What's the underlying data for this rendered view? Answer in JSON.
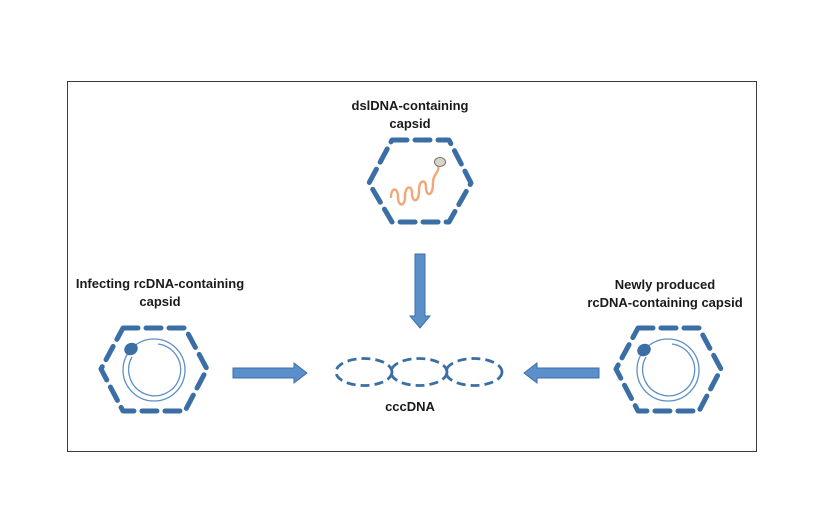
{
  "labels": {
    "top_line1": "dslDNA-containing",
    "top_line2": "capsid",
    "left_line1": "Infecting rcDNA-containing",
    "left_line2": "capsid",
    "right_line1": "Newly produced",
    "right_line2": "rcDNA-containing capsid",
    "center": "cccDNA"
  },
  "colors": {
    "capsid": "#3a6ea5",
    "arrow_fill": "#5b8fc9",
    "arrow_stroke": "#3d6fa8",
    "dsl_dna": "#f0a878",
    "protein_dot": "#d8d4cc",
    "rc_circle": "#5e8fc4"
  }
}
